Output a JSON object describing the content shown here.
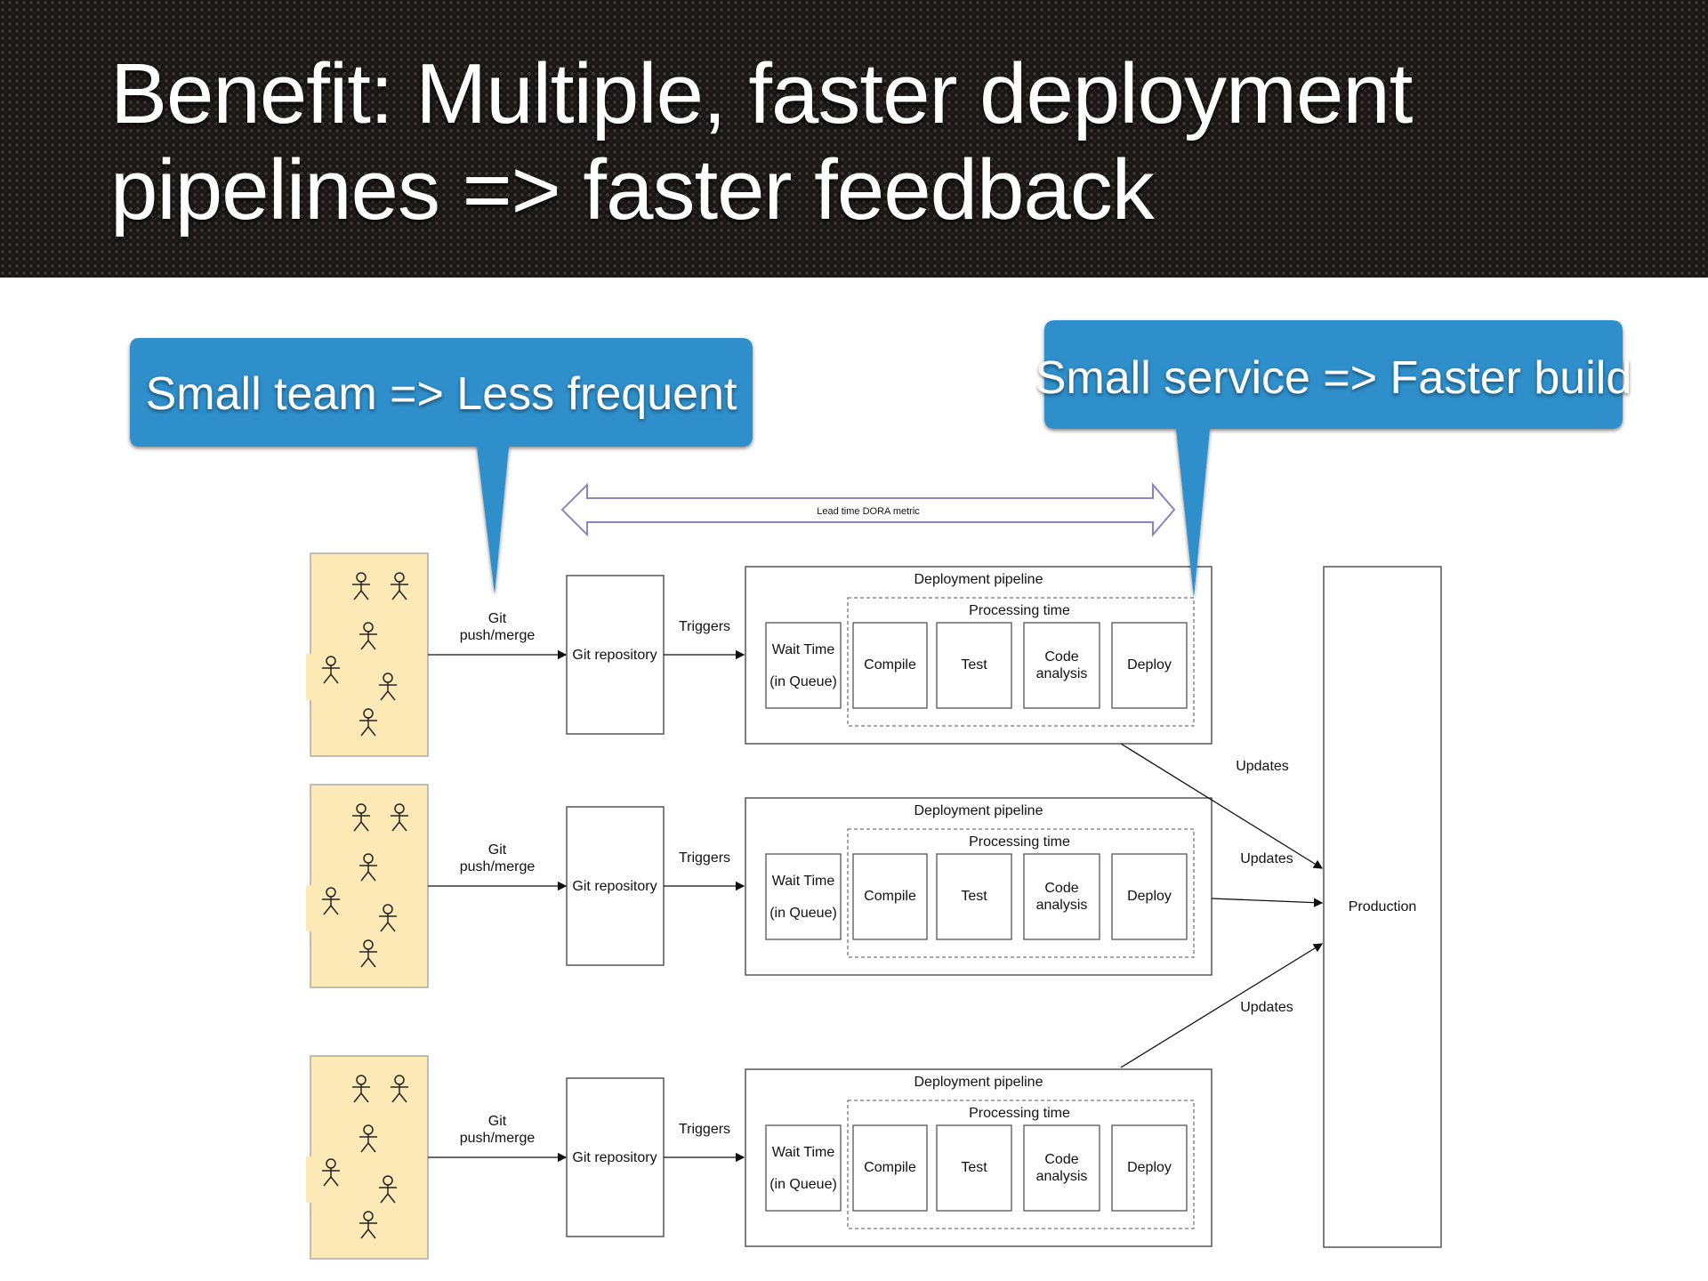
{
  "title": {
    "line1": "Benefit: Multiple, faster deployment",
    "line2": "pipelines => faster feedback"
  },
  "callouts": {
    "left": "Small team => Less frequent",
    "right": "Small service => Faster build"
  },
  "lead_time_label": "Lead time DORA metric",
  "git_label_line1": "Git",
  "git_label_line2": "push/merge",
  "repo_label": "Git repository",
  "triggers_label": "Triggers",
  "pipeline_label": "Deployment pipeline",
  "processing_label": "Processing time",
  "wait_line1": "Wait Time",
  "wait_line2": "(in Queue)",
  "stages": {
    "compile": "Compile",
    "test": "Test",
    "code_line1": "Code",
    "code_line2": "analysis",
    "deploy": "Deploy"
  },
  "updates_label": "Updates",
  "production_label": "Production",
  "colors": {
    "callout": "#2e8fcb",
    "team_box": "#fde9b5",
    "banner": "#1a1716"
  }
}
